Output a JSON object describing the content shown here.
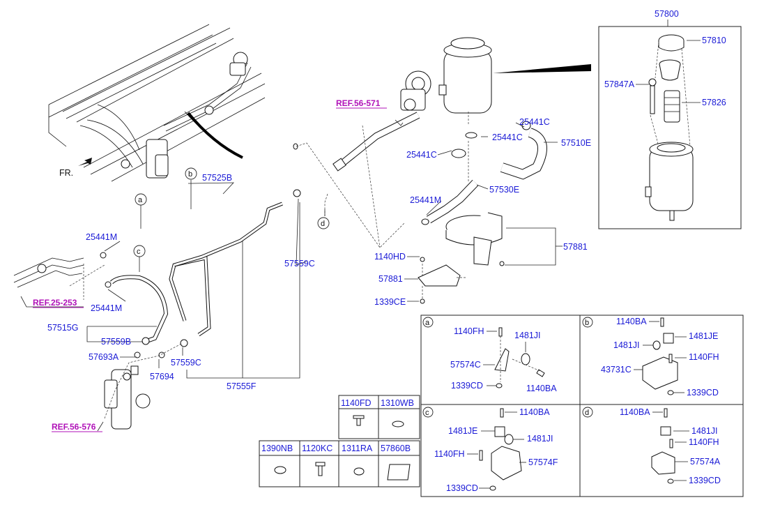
{
  "refs": {
    "ref_56_571": "REF.56-571",
    "ref_25_253": "REF.25-253",
    "ref_56_576": "REF.56-576"
  },
  "front_marker": "FR.",
  "callouts": {
    "a": "a",
    "b": "b",
    "c": "c",
    "d": "d"
  },
  "main_labels": {
    "p57525B": "57525B",
    "p25441M_1": "25441M",
    "p25441M_2": "25441M",
    "p25441M_3": "25441M",
    "p57515G": "57515G",
    "p57559B": "57559B",
    "p57693A": "57693A",
    "p57694": "57694",
    "p57559C_1": "57559C",
    "p57559C_2": "57559C",
    "p57555F": "57555F",
    "p25441C_1": "25441C",
    "p25441C_2": "25441C",
    "p25441C_3": "25441C",
    "p57510E": "57510E",
    "p57530E": "57530E",
    "p1140HD": "1140HD",
    "p57881_1": "57881",
    "p57881_2": "57881",
    "p1339CE": "1339CE"
  },
  "reservoir_box": {
    "p57800": "57800",
    "p57810": "57810",
    "p57847A": "57847A",
    "p57826": "57826"
  },
  "detail_a": {
    "title": "a",
    "l1140FH": "1140FH",
    "l1481JI": "1481JI",
    "l57574C": "57574C",
    "l1339CD": "1339CD",
    "l1140BA": "1140BA"
  },
  "detail_b": {
    "title": "b",
    "l1140BA": "1140BA",
    "l1481JI": "1481JI",
    "l1481JE": "1481JE",
    "l43731C": "43731C",
    "l1140FH": "1140FH",
    "l1339CD": "1339CD"
  },
  "detail_c": {
    "title": "c",
    "l1140BA": "1140BA",
    "l1481JE": "1481JE",
    "l1481JI": "1481JI",
    "l1140FH": "1140FH",
    "l57574F": "57574F",
    "l1339CD": "1339CD"
  },
  "detail_d": {
    "title": "d",
    "l1140BA": "1140BA",
    "l1481JI": "1481JI",
    "l1140FH": "1140FH",
    "l57574A": "57574A",
    "l1339CD": "1339CD"
  },
  "parts_table": {
    "top_row": [
      "1140FD",
      "1310WB"
    ],
    "bottom_row": [
      "1390NB",
      "1120KC",
      "1311RA",
      "57860B"
    ]
  },
  "colors": {
    "part_number": "#1a1ad6",
    "reference": "#b012b8",
    "line": "#111111"
  }
}
